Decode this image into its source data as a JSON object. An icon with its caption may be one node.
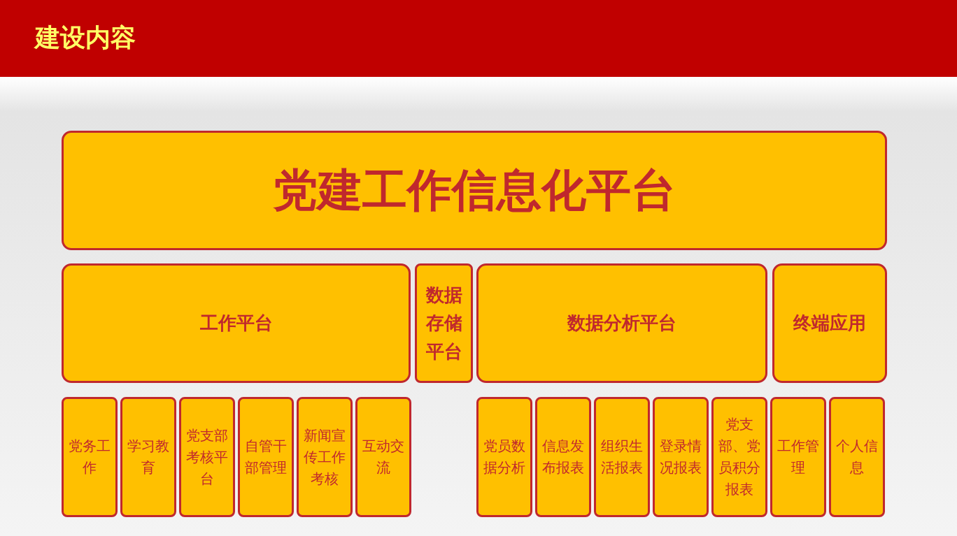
{
  "diagram": {
    "title": "建设内容",
    "nodes": [
      {
        "text": [
          "党建工作信息化平台"
        ]
      },
      {
        "text": [
          "工作平台"
        ]
      },
      {
        "text": [
          "数据存储平台"
        ]
      },
      {
        "text": [
          "数据分析平台"
        ]
      },
      {
        "text": [
          "终端应用"
        ]
      },
      {
        "text": [
          "党务工作"
        ]
      },
      {
        "text": [
          "学习教育"
        ]
      },
      {
        "text": [
          "党支部考核平台"
        ]
      },
      {
        "text": [
          "自管干部管理"
        ]
      },
      {
        "text": [
          "新闻宣传工作考核"
        ]
      },
      {
        "text": [
          "互动交流"
        ]
      },
      {
        "text": [
          "党员数据分析"
        ]
      },
      {
        "text": [
          "信息发布报表"
        ]
      },
      {
        "text": [
          "组织生活报表"
        ]
      },
      {
        "text": [
          "登录情况报表"
        ]
      },
      {
        "text": [
          "党支部、党员积分报表"
        ]
      },
      {
        "text": [
          "工作管理"
        ]
      },
      {
        "text": [
          "个人信息"
        ]
      }
    ]
  }
}
